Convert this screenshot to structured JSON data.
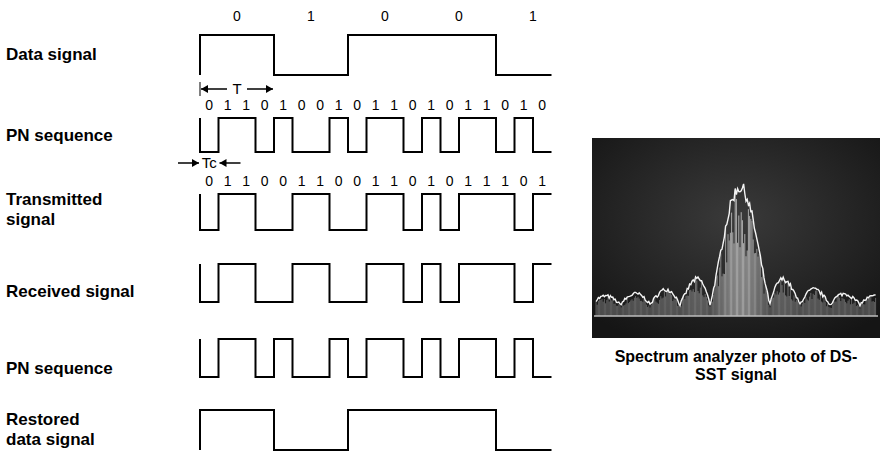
{
  "diagram": {
    "caption": "Spectrum analyzer photo of DS-SST signal",
    "labels": [
      "0",
      "1",
      "0",
      "0",
      "1",
      "Data signal",
      "T",
      "0",
      "1",
      "1",
      "0",
      "1",
      "0",
      "0",
      "1",
      "0",
      "1",
      "1",
      "0",
      "1",
      "0",
      "1",
      "1",
      "0",
      "1",
      "0",
      "PN sequence",
      "Tc",
      "0",
      "1",
      "1",
      "0",
      "0",
      "1",
      "1",
      "0",
      "0",
      "1",
      "1",
      "0",
      "1",
      "0",
      "1",
      "1",
      "1",
      "0",
      "1",
      "Transmitted signal",
      "Received signal",
      "PN sequence",
      "Restored data signal"
    ]
  }
}
